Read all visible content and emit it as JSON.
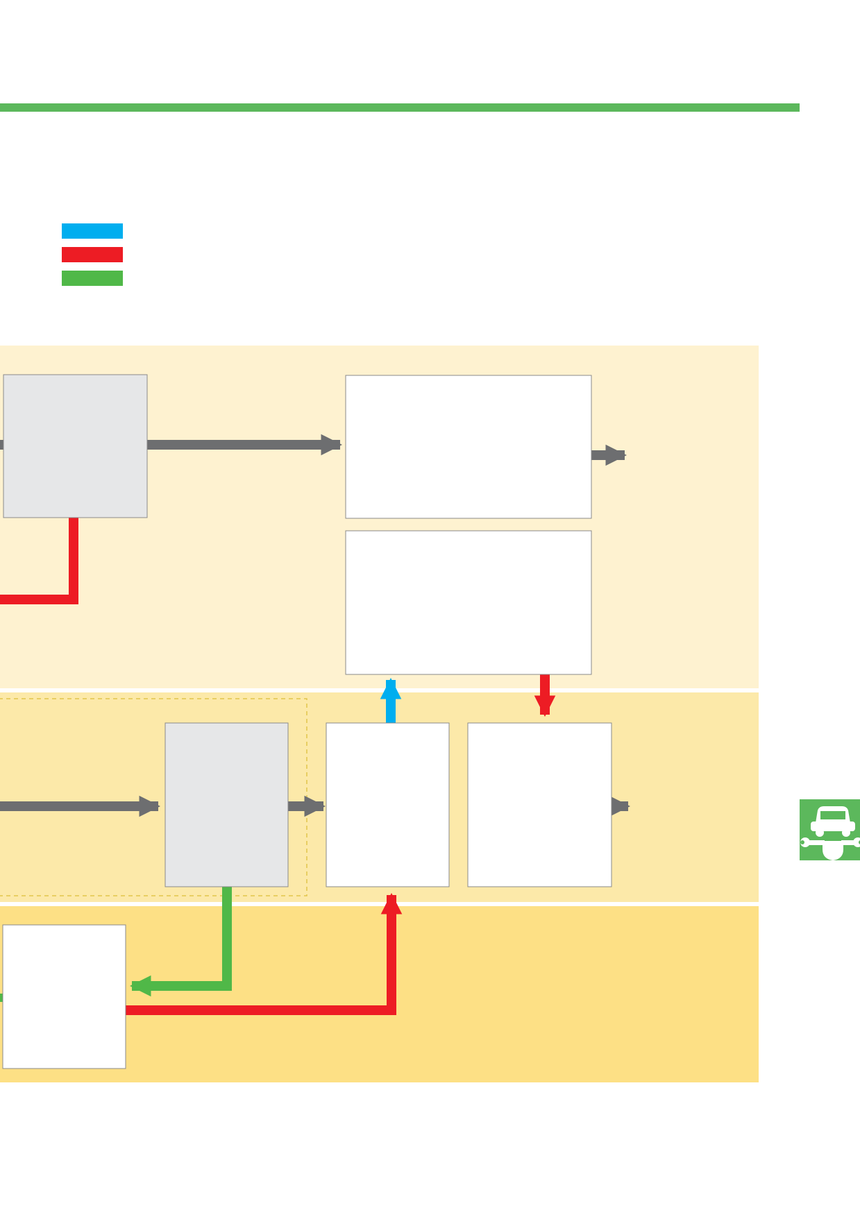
{
  "colors": {
    "header_rule": "#5cb85c",
    "legend_blue": "#00aeef",
    "legend_red": "#ed1c24",
    "legend_green": "#50b848",
    "band_top": "#fef2d0",
    "band_middle": "#fce9a9",
    "band_bottom": "#fde085",
    "grey_box": "#e6e7e8",
    "white_box": "#ffffff",
    "box_border": "#8a8a8a",
    "flow_arrow": "#6d6e70",
    "dashed_border": "#e2c54b",
    "icon_bg": "#5cb85c"
  },
  "legend": [
    {
      "color_key": "legend_blue"
    },
    {
      "color_key": "legend_red"
    },
    {
      "color_key": "legend_green"
    }
  ],
  "icon": {
    "name": "car-service-icon"
  }
}
